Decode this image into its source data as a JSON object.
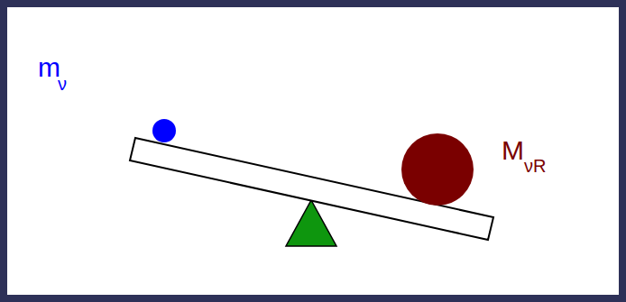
{
  "diagram": {
    "labels": [
      "m",
      "ν",
      "M",
      "νR"
    ]
  }
}
